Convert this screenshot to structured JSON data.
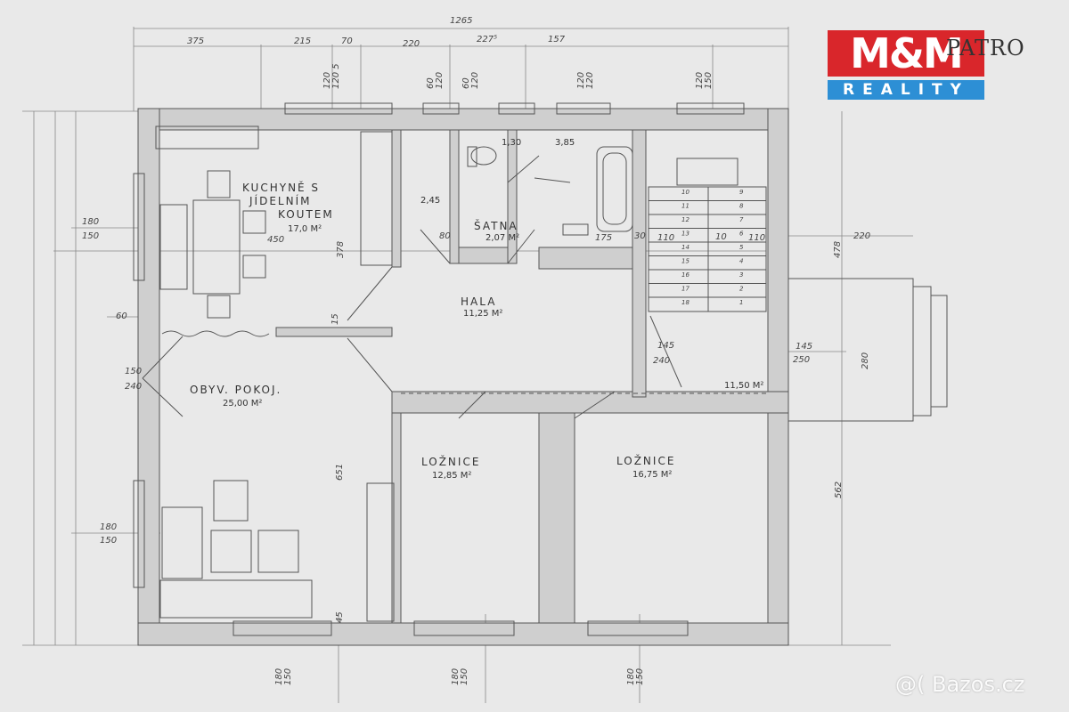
{
  "logo": {
    "brand_top": "M&M",
    "brand_bottom": "REALITY",
    "overlay_text": "PATRO",
    "colors": {
      "red": "#d9262b",
      "blue": "#2d8fd5"
    }
  },
  "watermark": "@( Bazos.cz",
  "rooms": {
    "kitchen": {
      "name_1": "KUCHYNĚ S",
      "name_2": "JÍDELNÍM",
      "name_3": "KOUTEM",
      "area": "17,0 M²"
    },
    "living": {
      "name": "OBYV. POKOJ.",
      "area": "25,00 M²"
    },
    "hall": {
      "name": "HALA",
      "area": "11,25 M²"
    },
    "wardrobe": {
      "name": "ŠATNA",
      "area": "2,07 M²"
    },
    "bedroom1": {
      "name": "LOŽNICE",
      "area": "12,85 M²"
    },
    "bedroom2": {
      "name": "LOŽNICE",
      "area": "16,75 M²"
    },
    "wc_area": "1,30",
    "bath_area": "3,85",
    "storage_area": "2,45",
    "stair_area": "11,50 M²"
  },
  "dimensions": {
    "total_width": "1265",
    "top_segments": [
      "375",
      "215",
      "70",
      "220",
      "227⁵",
      "157"
    ],
    "top_windows": [
      "120",
      "120 5",
      "60",
      "120",
      "60",
      "120",
      "120",
      "120",
      "120",
      "150"
    ],
    "left_window_1": [
      "180",
      "150"
    ],
    "left_door": [
      "60",
      "150",
      "240"
    ],
    "left_window_2": [
      "180",
      "150"
    ],
    "bottom_windows": [
      "180",
      "150",
      "180",
      "150",
      "180",
      "150"
    ],
    "interior": [
      "450",
      "378",
      "15",
      "651",
      "45",
      "80",
      "175",
      "30",
      "110",
      "10",
      "110",
      "145",
      "240",
      "145",
      "250",
      "280",
      "220",
      "478",
      "562"
    ],
    "stair_steps": [
      "1",
      "2",
      "3",
      "4",
      "5",
      "6",
      "7",
      "8",
      "9",
      "10",
      "11",
      "12",
      "13",
      "14",
      "15",
      "16",
      "17",
      "18"
    ]
  }
}
